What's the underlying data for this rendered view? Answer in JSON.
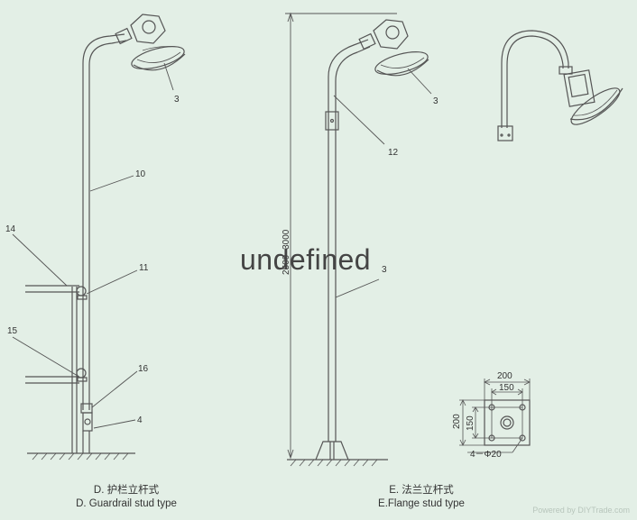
{
  "callouts": {
    "d_lamp": "3",
    "d_pole": "10",
    "d_clamp_upper": "11",
    "d_railing": "14",
    "d_clamp_lower": "15",
    "d_base": "16",
    "d_box": "4",
    "e_lamp": "3",
    "e_sleeve": "12",
    "e_pole": "3"
  },
  "dimensions": {
    "pole_height": "2500~3000",
    "flange_outer_w": "200",
    "flange_inner_w": "150",
    "flange_outer_h": "200",
    "flange_inner_h": "150",
    "holes": "4－Φ20"
  },
  "captions": {
    "d_cn": "D. 护栏立杆式",
    "d_en": "D. Guardrail stud type",
    "e_cn": "E. 法兰立杆式",
    "e_en": "E.Flange stud type"
  },
  "overlay_text": "undefined",
  "watermark": "Powered by DIYTrade.com"
}
